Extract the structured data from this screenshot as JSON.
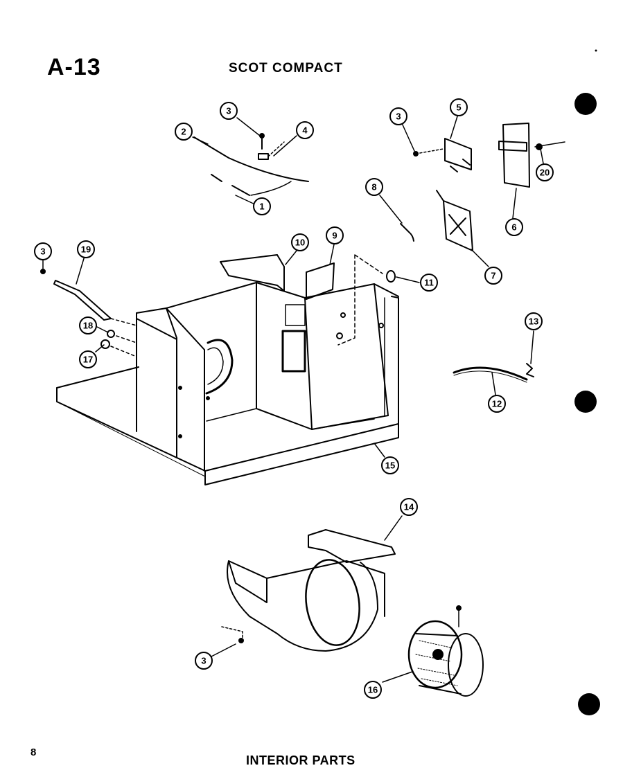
{
  "header": {
    "page_code": "A-13",
    "title": "SCOT COMPACT"
  },
  "footer": {
    "page_number": "8",
    "section": "INTERIOR PARTS"
  },
  "callouts": [
    "1",
    "2",
    "3",
    "4",
    "3",
    "5",
    "20",
    "8",
    "6",
    "7",
    "3",
    "19",
    "10",
    "9",
    "11",
    "18",
    "17",
    "13",
    "12",
    "15",
    "14",
    "3",
    "16"
  ]
}
